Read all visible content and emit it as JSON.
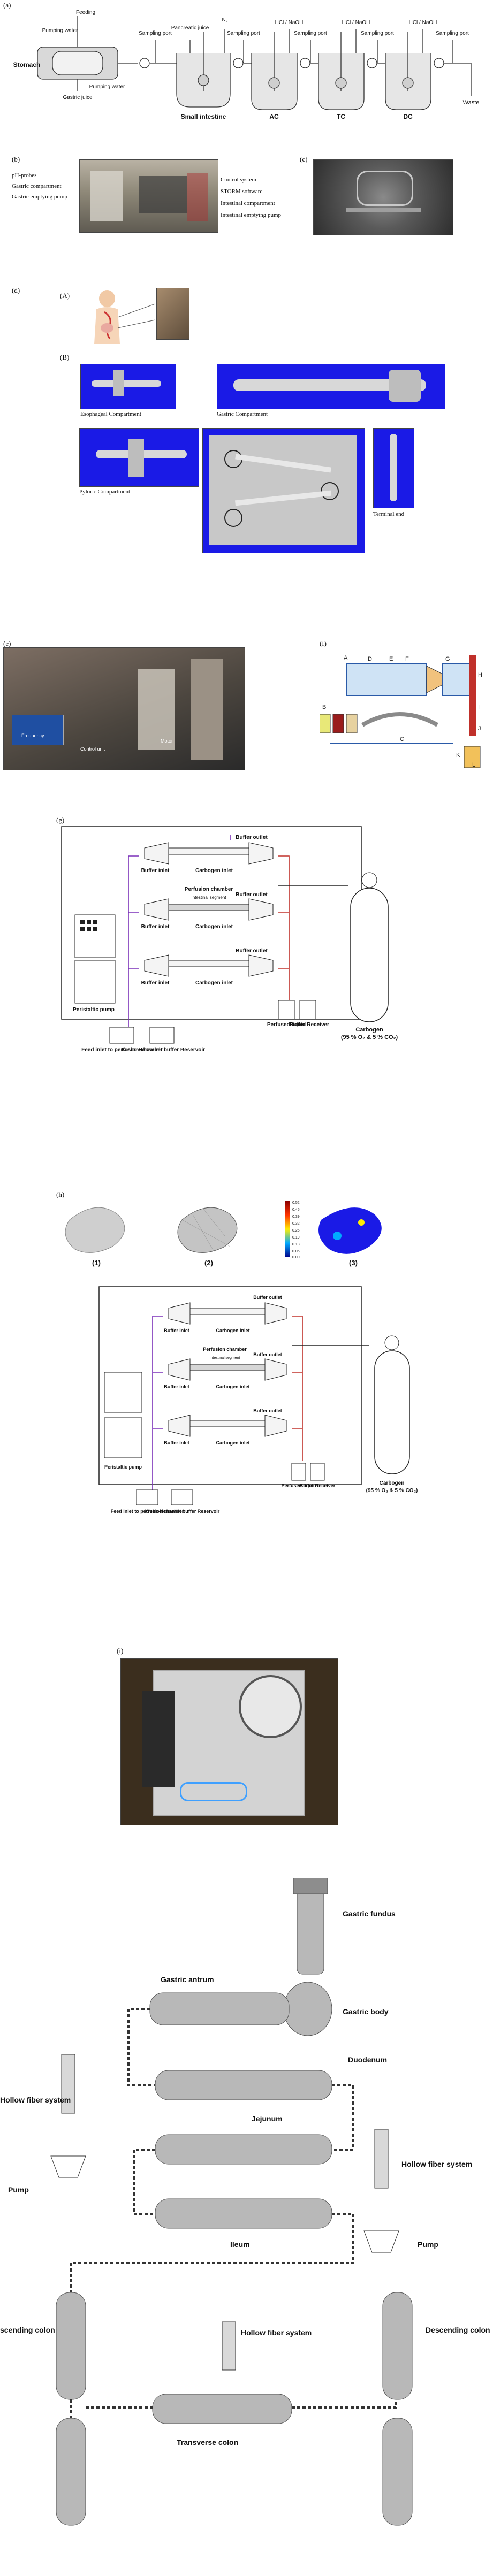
{
  "panels": {
    "a": "(a)",
    "b": "(b)",
    "c": "(c)",
    "d": "(d)",
    "dA": "(A)",
    "dB": "(B)",
    "e": "(e)",
    "f": "(f)",
    "g": "(g)",
    "h": "(h)",
    "i": "(i)"
  },
  "a": {
    "feeding": "Feeding",
    "pumping_water": "Pumping water",
    "pumping_water2": "Pumping water",
    "gastric_juice": "Gastric juice",
    "stomach": "Stomach",
    "pancreatic_juice": "Pancreatic juice",
    "sampling_ports": [
      "Sampling port",
      "Sampling port",
      "Sampling port",
      "Sampling port",
      "Sampling port"
    ],
    "n2": "N₂",
    "hcl_naoh": [
      "HCl / NaOH",
      "HCl / NaOH",
      "HCl / NaOH"
    ],
    "small_intestine": "Small intestine",
    "ac": "AC",
    "tc": "TC",
    "dc": "DC",
    "waste": "Waste"
  },
  "b": {
    "left": [
      "pH-probes",
      "Gastric compartment",
      "Gastric emptying pump"
    ],
    "right": [
      "Control system",
      "STORM software",
      "Intestinal compartment",
      "Intestinal emptying pump"
    ]
  },
  "dB": {
    "esophageal": "Esophageal Compartment",
    "gastric": "Gastric Compartment",
    "pyloric": "Pyloric Compartment",
    "terminal": "Terminal end"
  },
  "e": {
    "labels": [
      "Frequency",
      "Control unit",
      "Motor"
    ]
  },
  "f": {
    "letters": [
      "A",
      "B",
      "C",
      "D",
      "E",
      "F",
      "G",
      "H",
      "I",
      "J",
      "K",
      "L"
    ]
  },
  "g": {
    "buffer_outlet": "Buffer outlet",
    "buffer_inlet": "Buffer inlet",
    "carbogen_inlet": "Carbogen inlet",
    "perfusion_chamber": "Perfusion chamber",
    "intestinal_segment": "Intestinal segment",
    "peristaltic_pump": "Peristaltic pump",
    "feed_inlet": "Feed inlet to perfusion chamber",
    "krebs": "Krebs-Henseleit buffer Reservoir",
    "perfused_liquid": "Perfused liquid",
    "buffer_receiver": "Buffer Receiver",
    "carbogen": "Carbogen",
    "carbogen_mix": "(95 % O₂ & 5 % CO₂)"
  },
  "h": {
    "sub": [
      "(1)",
      "(2)",
      "(3)"
    ],
    "scale_ticks": [
      "0.52",
      "0.45",
      "0.39",
      "0.32",
      "0.26",
      "0.19",
      "0.13",
      "0.06",
      "0.00"
    ]
  },
  "j": {
    "gastric_fundus": "Gastric fundus",
    "gastric_antrum": "Gastric antrum",
    "gastric_body": "Gastric body",
    "duodenum": "Duodenum",
    "jejunum": "Jejunum",
    "ileum": "Ileum",
    "hollow_fiber_left": "Hollow fiber system",
    "hollow_fiber_right": "Hollow fiber system",
    "hollow_fiber_bottom": "Hollow fiber system",
    "pump_left": "Pump",
    "pump_right": "Pump",
    "ascending_colon": "scending colon",
    "descending_colon": "Descending colon",
    "transverse_colon": "Transverse colon"
  },
  "colors": {
    "blue_bg": "#1a1ae6",
    "photo_dark": "#3a3a3a",
    "purple_line": "#7a2fb8",
    "red_line": "#c0302a",
    "organ_gray": "#b8b8b8"
  }
}
